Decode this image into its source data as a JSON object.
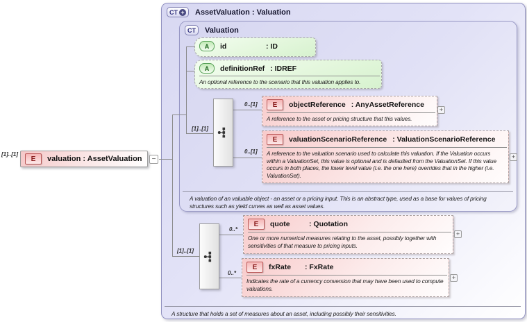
{
  "glyphs": {
    "element_badge": "E",
    "attribute_badge": "A",
    "complex_type_badge": "CT",
    "extension": "+",
    "expand": "+",
    "collapse": "−"
  },
  "root": {
    "cardinality": "[1]..[1]",
    "label": "valuation : AssetValuation"
  },
  "outer": {
    "title": "AssetValuation : Valuation",
    "footer": "A structure that holds a set of measures about an asset, including possibly their sensitivities."
  },
  "inner": {
    "title": "Valuation",
    "footer": "A valuation of an valuable object - an asset or a pricing input. This is an abstract type, used as a base for values of pricing structures such as yield curves as well as asset values."
  },
  "attributes": [
    {
      "name": "id",
      "type": ": ID"
    },
    {
      "name": "definitionRef",
      "type": ": IDREF",
      "annotation": "An optional reference to the scenario that this valuation applies to."
    }
  ],
  "groups": [
    {
      "cardinality": "[1]..[1]"
    },
    {
      "cardinality": "[1]..[1]"
    }
  ],
  "elements": [
    {
      "name": "objectReference",
      "type": ": AnyAssetReference",
      "cardinality": "0..[1]",
      "annotation": "A reference to the asset or pricing structure that this values."
    },
    {
      "name": "valuationScenarioReference",
      "type": ": ValuationScenarioReference",
      "cardinality": "0..[1]",
      "annotation": "A reference to the valuation scenario used to calculate this valuation. If the Valuation occurs within a ValuationSet, this value is optional and is defaulted from the ValuationSet. If this value occurs in both places, the lower level value (i.e. the one here) overrides that in the higher (i.e. ValuationSet)."
    },
    {
      "name": "quote",
      "type": ": Quotation",
      "cardinality": "0..*",
      "annotation": "One or more numerical measures relating to the asset, possibly together with sensitivities of that measure to pricing inputs."
    },
    {
      "name": "fxRate",
      "type": ": FxRate",
      "cardinality": "0..*",
      "annotation": "Indicates the rate of a currency conversion that may have been used to compute valuations."
    }
  ]
}
